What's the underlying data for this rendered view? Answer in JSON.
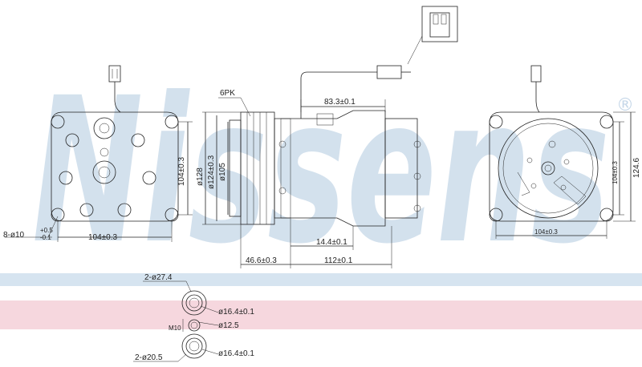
{
  "brand": {
    "wordmark": "Nissens",
    "registered": "®"
  },
  "colors": {
    "watermark": "#c5d7e8",
    "blue_band": "#d6e4f0",
    "pink_band": "#f6d7de",
    "line": "#222222"
  },
  "front_view": {
    "dim_holes": "8-ø10",
    "tol_plus": "+0.5",
    "tol_minus": "-0.1",
    "dim_width": "104±0.3",
    "dim_height": "104±0.3"
  },
  "side_view": {
    "belt": "6PK",
    "dia_128": "ø128",
    "dia_124": "ø124±0.3",
    "dia_105": "ø105",
    "len_83": "83.3±0.1",
    "len_14": "14.4±0.1",
    "len_46": "46.6±0.3",
    "len_112": "112±0.1"
  },
  "back_view": {
    "dim_width": "104±0.3",
    "dim_height": "104±0.3",
    "dim_overall": "124.6"
  },
  "ports": {
    "top_bore": "2-ø27.4",
    "bore_164_top": "ø16.4±0.1",
    "bore_125": "ø12.5",
    "thread": "M10",
    "bottom_bore": "2-ø20.5",
    "bore_164_bottom": "ø16.4±0.1"
  }
}
